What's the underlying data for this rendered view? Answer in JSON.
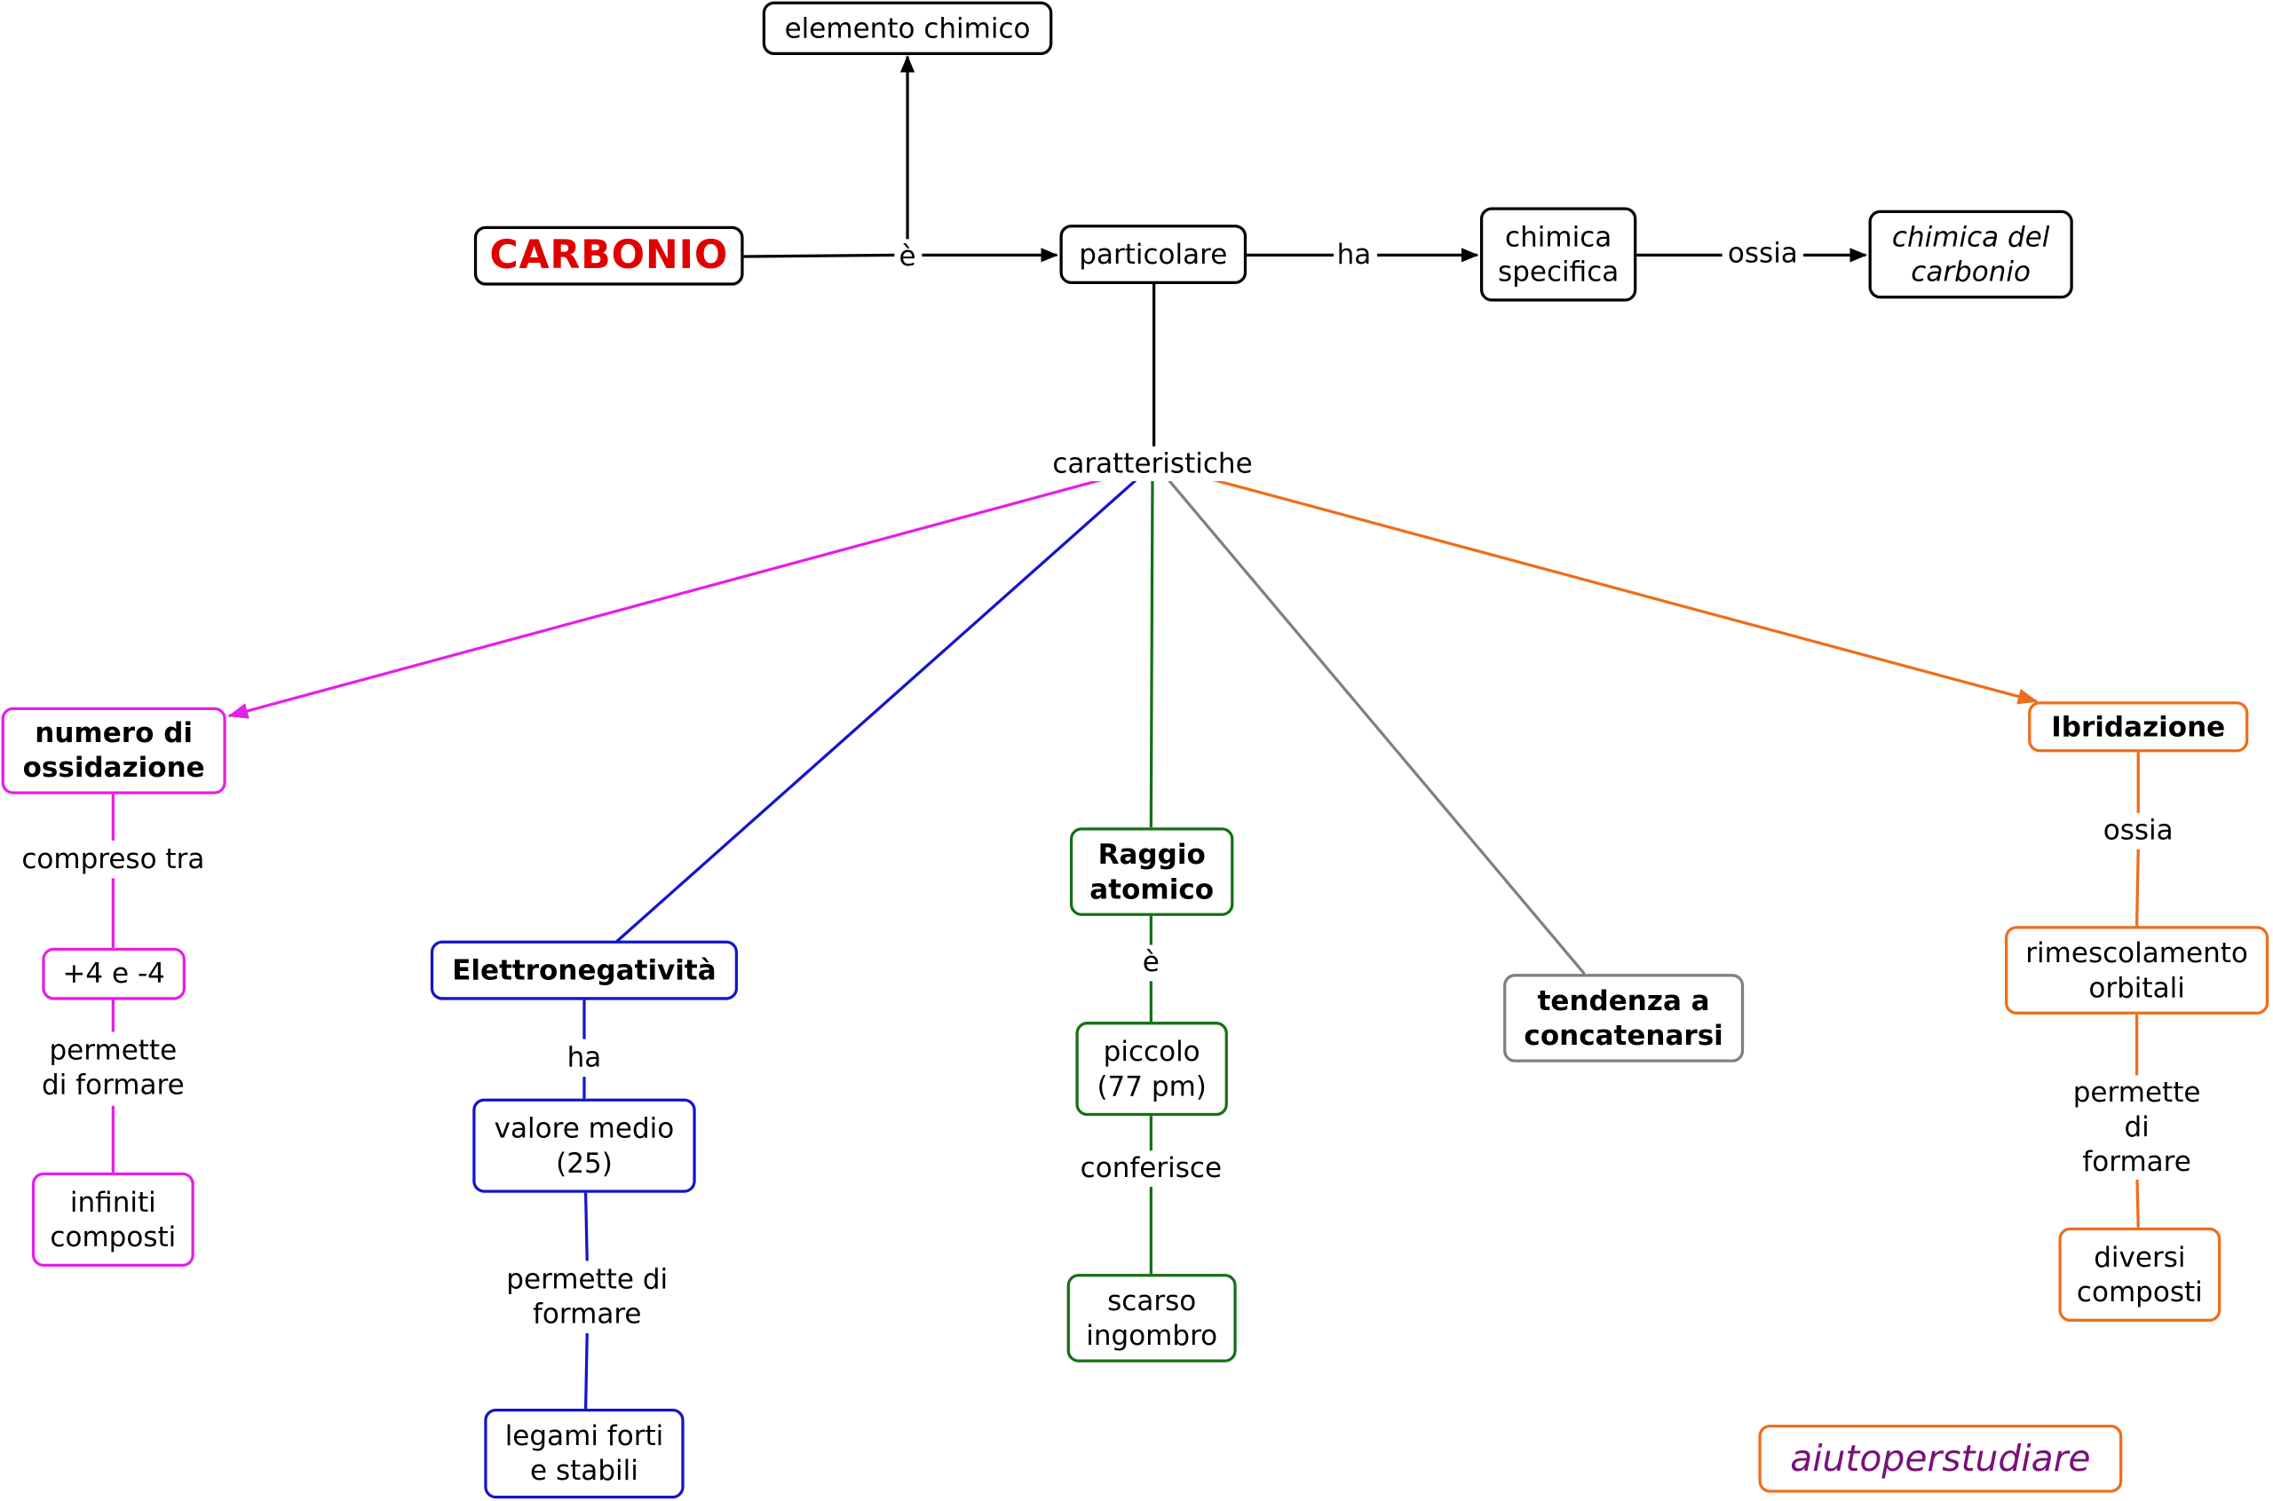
{
  "colors": {
    "black": "#000000",
    "magenta": "#e61fe6",
    "blue": "#1515c8",
    "green": "#157015",
    "gray": "#808080",
    "orange": "#ef6d1a",
    "red": "#e00000",
    "purple": "#7a107a"
  },
  "nodes": {
    "carbonio": "CARBONIO",
    "elemento": "elemento chimico",
    "particolare": "particolare",
    "chimica_specifica": "chimica\nspecifica",
    "chimica_carbonio": "chimica del\ncarbonio",
    "numero_ossidazione": "numero di\nossidazione",
    "piu4meno4": "+4 e -4",
    "infiniti": "infiniti\ncomposti",
    "elettronegativita": "Elettronegatività",
    "valore_medio": "valore medio\n(25)",
    "legami": "legami forti\ne stabili",
    "raggio": "Raggio\natomico",
    "piccolo": "piccolo\n(77 pm)",
    "scarso": "scarso\ningombro",
    "tendenza": "tendenza a\nconcatenarsi",
    "ibridazione": "Ibridazione",
    "rimescolamento": "rimescolamento\norbitali",
    "diversi": "diversi\ncomposti",
    "watermark": "aiutoperstudiare"
  },
  "links": {
    "e_top": "è",
    "ha_top": "ha",
    "ossia_top": "ossia",
    "caratteristiche": "caratteristiche",
    "compreso": "compreso tra",
    "permette_mag": "permette\ndi formare",
    "ha_blue": "ha",
    "permette_blue": "permette di\nformare",
    "e_green": "è",
    "conferisce": "conferisce",
    "ossia_orange": "ossia",
    "permette_orange": "permette di\nformare"
  }
}
